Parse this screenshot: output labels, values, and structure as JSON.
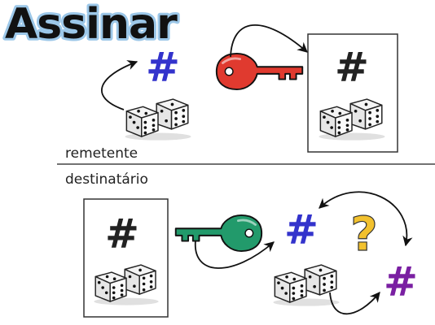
{
  "title": "Assinar",
  "sections": {
    "sender": {
      "label": "remetente"
    },
    "receiver": {
      "label": "destinatário"
    }
  },
  "symbols": {
    "hash": "#",
    "question": "?"
  },
  "icons": {
    "dice": "dice-icon",
    "private_key": "key-icon",
    "public_key": "key-icon",
    "signature_box": "signed-document-icon"
  },
  "colors": {
    "title_text": "#111111",
    "title_glow": "#9cc7e8",
    "hash_blue": "#3333cc",
    "hash_black": "#222222",
    "hash_purple": "#7a1fa2",
    "private_key": "#e03a2f",
    "public_key": "#229a6b",
    "question_mark": "#f2c12e",
    "arrows": "#111111",
    "box_border": "#333333"
  }
}
